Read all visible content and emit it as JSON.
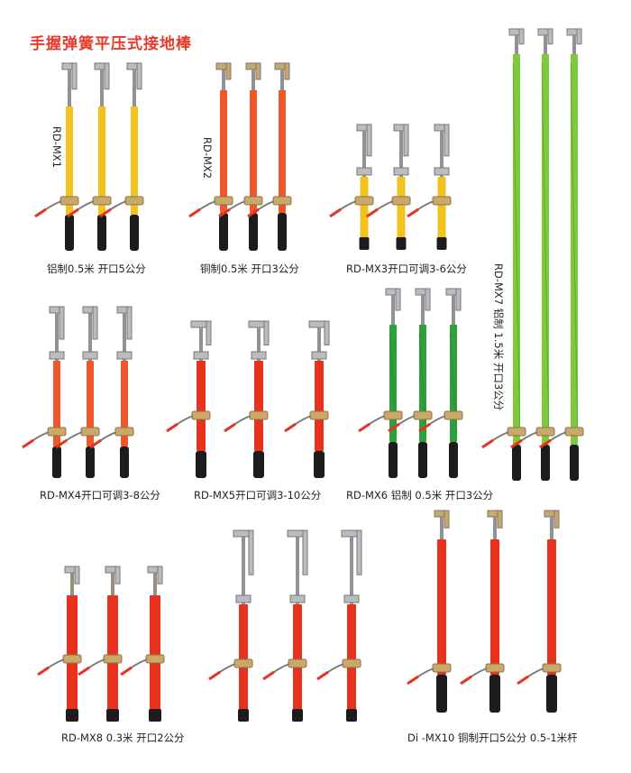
{
  "title": "手握弹簧平压式接地棒",
  "colors": {
    "title": "#e8392b",
    "yellow": "#f2c21d",
    "red": "#e8321f",
    "orange": "#f0562b",
    "green": "#2f9e3c",
    "lime": "#7cc93a",
    "metal": "#b9bcc0",
    "brass": "#c9a86a",
    "handle": "#1c1c1c"
  },
  "products": [
    {
      "caption": "铝制0.5米  开口5公分",
      "label": "RD-MX1",
      "rod": "yellow",
      "clamp": "c-steel"
    },
    {
      "caption": "铜制0.5米  开口3公分",
      "label": "RD-MX2",
      "rod": "orange",
      "clamp": "c-brass"
    },
    {
      "caption": "RD-MX3开口可调3-6公分",
      "rod": "yellow",
      "clamp": "screw"
    },
    {
      "caption": "RD-MX7  铝制  1.5米  开口3公分",
      "rod": "lime",
      "clamp": "c-steel"
    },
    {
      "caption": "RD-MX4开口可调3-8公分",
      "rod": "orange",
      "clamp": "screw"
    },
    {
      "caption": "RD-MX5开口可调3-10公分",
      "rod": "red",
      "clamp": "long-screw"
    },
    {
      "caption": "RD-MX6  铝制  0.5米  开口3公分",
      "rod": "green",
      "clamp": "c-steel"
    },
    {
      "caption": "RD-MX8  0.3米  开口2公分",
      "rod": "red",
      "clamp": "spring"
    },
    {
      "caption": "",
      "rod": "red",
      "clamp": "long-screw"
    },
    {
      "caption": "Di  -MX10  铜制开口5公分  0.5-1米杆",
      "rod": "red",
      "clamp": "c-brass"
    }
  ]
}
